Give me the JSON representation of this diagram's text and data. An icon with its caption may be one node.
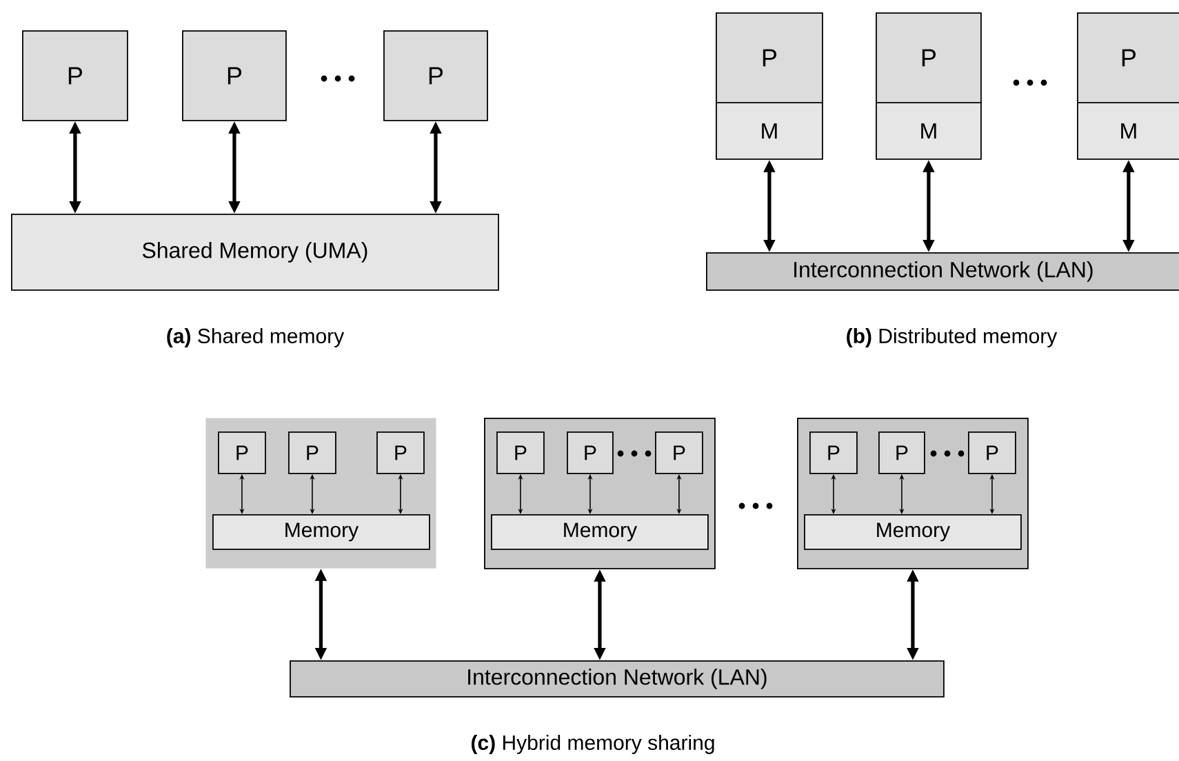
{
  "diagram": {
    "nodes": [
      {
        "text": [
          "P"
        ]
      },
      {
        "text": [
          "P"
        ]
      },
      {
        "text": [
          "P"
        ]
      },
      {
        "text": [
          "Shared Memory (UMA)"
        ]
      },
      {
        "text": [
          "P"
        ]
      },
      {
        "text": [
          "M"
        ]
      },
      {
        "text": [
          "P"
        ]
      },
      {
        "text": [
          "M"
        ]
      },
      {
        "text": [
          "P"
        ]
      },
      {
        "text": [
          "M"
        ]
      },
      {
        "text": [
          "Interconnection Network (LAN)"
        ]
      },
      {
        "text": [],
        "shape": "box"
      },
      {
        "text": [
          "P"
        ],
        "in": 11
      },
      {
        "text": [
          "P"
        ],
        "in": 11
      },
      {
        "text": [
          "P"
        ],
        "in": 11
      },
      {
        "text": [
          "Memory"
        ],
        "in": 11
      },
      {
        "text": [],
        "shape": "box"
      },
      {
        "text": [
          "P"
        ],
        "in": 16
      },
      {
        "text": [
          "P"
        ],
        "in": 16
      },
      {
        "text": [
          "P"
        ],
        "in": 16
      },
      {
        "text": [
          "Memory"
        ],
        "in": 16
      },
      {
        "text": [],
        "shape": "box"
      },
      {
        "text": [
          "P"
        ],
        "in": 21
      },
      {
        "text": [
          "P"
        ],
        "in": 21
      },
      {
        "text": [
          "P"
        ],
        "in": 21
      },
      {
        "text": [
          "Memory"
        ],
        "in": 21
      },
      {
        "text": [
          "Interconnection Network (LAN)"
        ]
      }
    ],
    "edges": [
      {
        "from": 0,
        "to": 3,
        "arrow": "both",
        "style": "thick"
      },
      {
        "from": 1,
        "to": 3,
        "arrow": "both",
        "style": "thick"
      },
      {
        "from": 2,
        "to": 3,
        "arrow": "both",
        "style": "thick"
      },
      {
        "from": 5,
        "to": 10,
        "arrow": "both",
        "style": "thick"
      },
      {
        "from": 7,
        "to": 10,
        "arrow": "both",
        "style": "thick"
      },
      {
        "from": 9,
        "to": 10,
        "arrow": "both",
        "style": "thick"
      },
      {
        "from": 12,
        "to": 15,
        "arrow": "both"
      },
      {
        "from": 13,
        "to": 15,
        "arrow": "both"
      },
      {
        "from": 14,
        "to": 15,
        "arrow": "both"
      },
      {
        "from": 17,
        "to": 20,
        "arrow": "both"
      },
      {
        "from": 18,
        "to": 20,
        "arrow": "both"
      },
      {
        "from": 19,
        "to": 20,
        "arrow": "both"
      },
      {
        "from": 22,
        "to": 25,
        "arrow": "both"
      },
      {
        "from": 23,
        "to": 25,
        "arrow": "both"
      },
      {
        "from": 24,
        "to": 25,
        "arrow": "both"
      },
      {
        "from": 11,
        "to": 26,
        "arrow": "both",
        "style": "thick"
      },
      {
        "from": 16,
        "to": 26,
        "arrow": "both",
        "style": "thick"
      },
      {
        "from": 21,
        "to": 26,
        "arrow": "both",
        "style": "thick"
      }
    ],
    "labels": [
      "**(a)** Shared memory",
      "**(b)** Distributed memory",
      "**(c)** Hybrid memory sharing"
    ]
  }
}
